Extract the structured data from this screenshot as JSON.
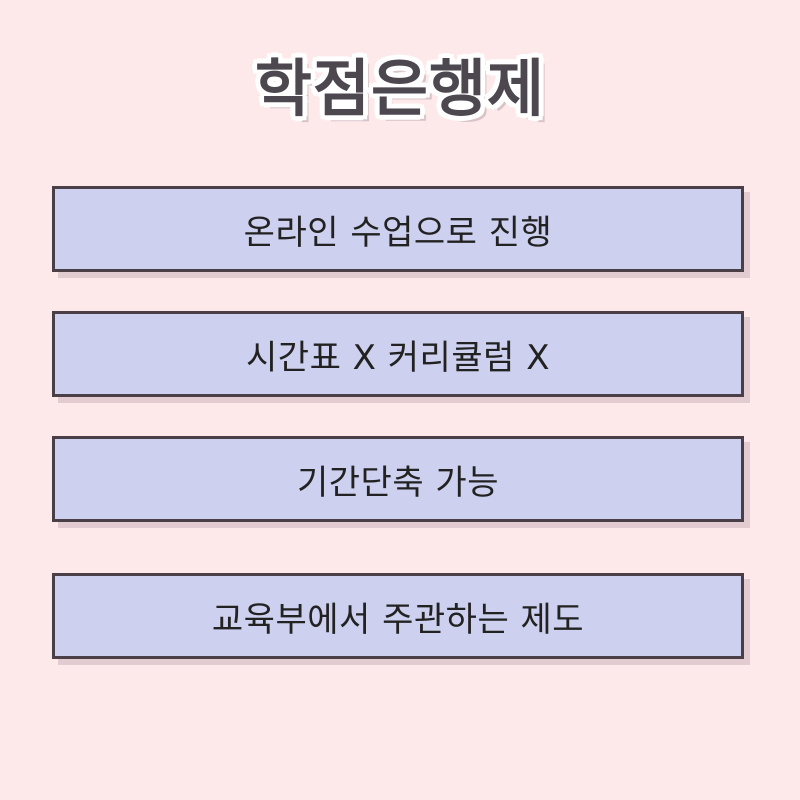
{
  "title": "학점은행제",
  "items": [
    {
      "label": "온라인 수업으로 진행"
    },
    {
      "label": "시간표 X 커리큘럼 X"
    },
    {
      "label": "기간단축 가능"
    },
    {
      "label": "교육부에서 주관하는 제도"
    }
  ],
  "colors": {
    "background": "#fde9ea",
    "box_fill": "#cdd0ee",
    "box_border": "#4a3f47",
    "title_text": "#4d4750"
  }
}
